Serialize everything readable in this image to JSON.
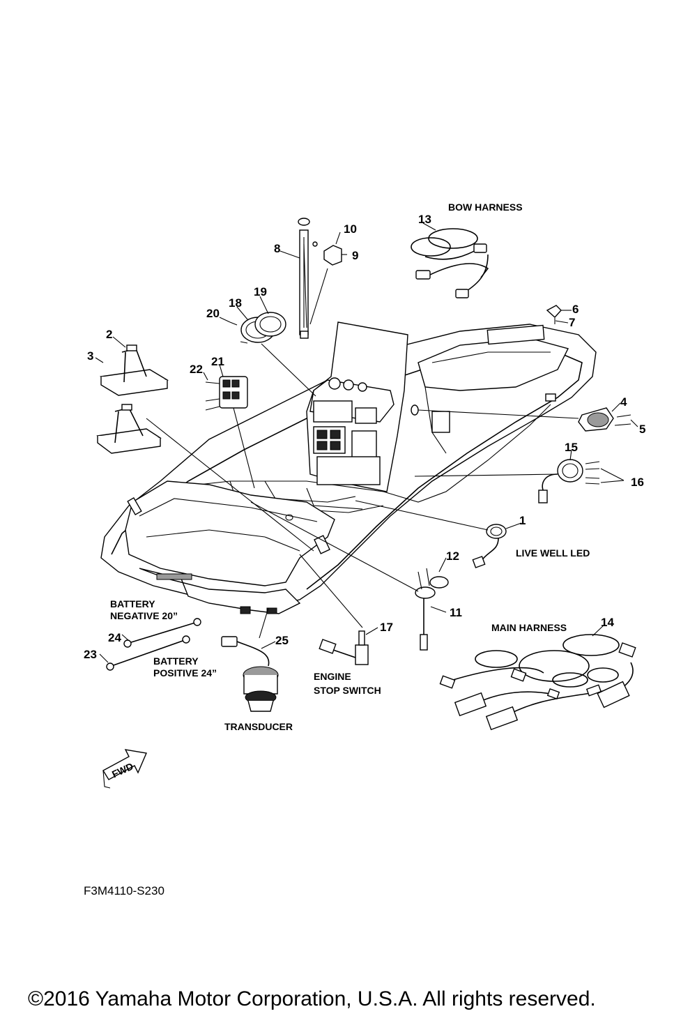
{
  "callouts": [
    "1",
    "2",
    "3",
    "4",
    "5",
    "6",
    "7",
    "8",
    "9",
    "10",
    "11",
    "12",
    "13",
    "14",
    "15",
    "16",
    "17",
    "18",
    "19",
    "20",
    "21",
    "22",
    "23",
    "24",
    "25"
  ],
  "labels": {
    "bow_harness": "BOW HARNESS",
    "main_harness": "MAIN HARNESS",
    "live_well_led": "LIVE WELL LED",
    "battery_negative_1": "BATTERY",
    "battery_negative_2": "NEGATIVE 20”",
    "battery_positive_1": "BATTERY",
    "battery_positive_2": "POSITIVE 24”",
    "engine_stop_1": "ENGINE",
    "engine_stop_2": "STOP SWITCH",
    "transducer": "TRANSDUCER",
    "fwd": "FWD"
  },
  "figure_code": "F3M4110-S230",
  "copyright": "©2016 Yamaha Motor Corporation, U.S.A. All rights reserved."
}
